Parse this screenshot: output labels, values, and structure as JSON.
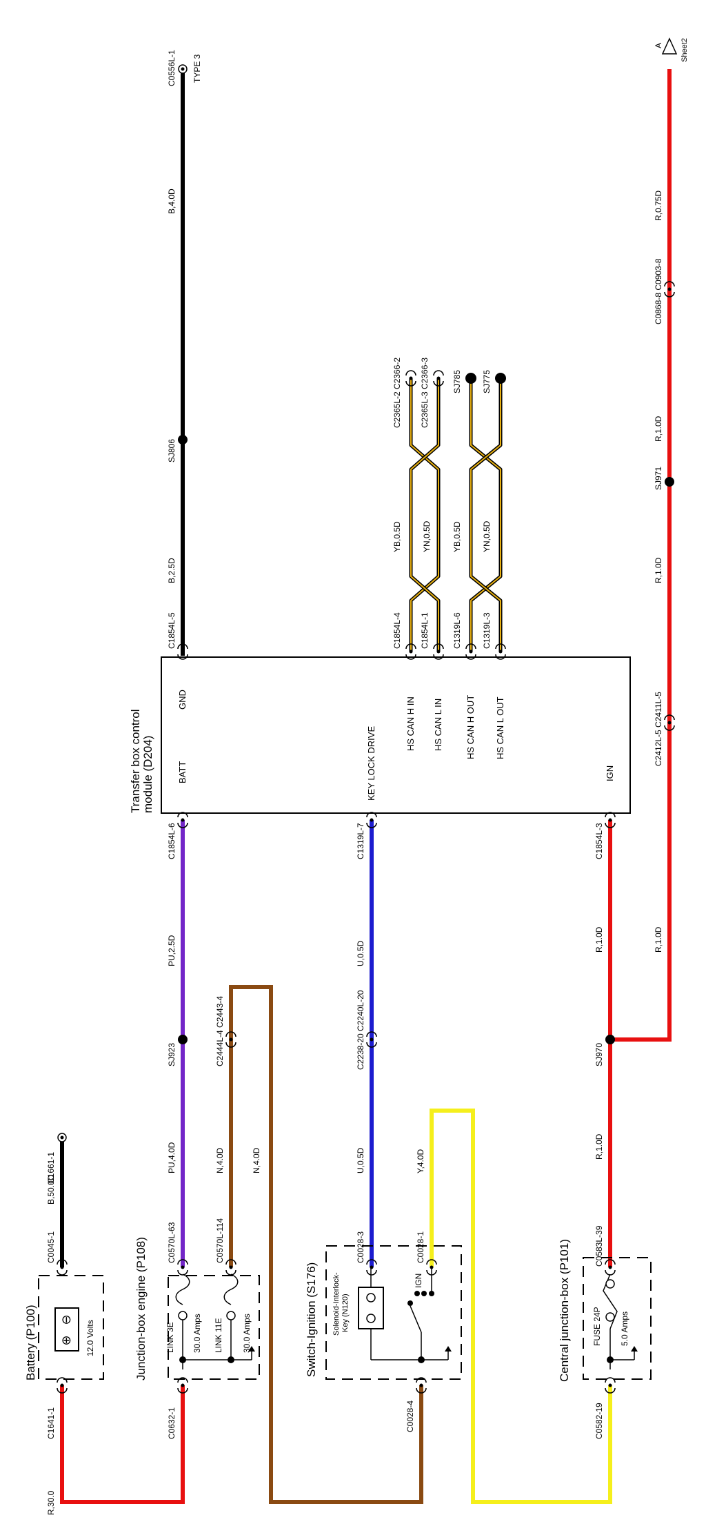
{
  "sheet": {
    "link_letter": "A",
    "link_sheet": "Sheet2"
  },
  "components": {
    "battery": {
      "title": "Battery (P100)",
      "voltage": "12.0 Volts",
      "pos": "⊕",
      "neg": "⊖"
    },
    "jbe": {
      "title": "Junction-box engine (P108)",
      "link1": "LINK 3E",
      "amps1": "30.0 Amps",
      "link2": "LINK 11E",
      "amps2": "30.0 Amps"
    },
    "ignition": {
      "title": "Switch-Ignition (S176)",
      "sol1": "Solenoid-Interlock-",
      "sol2": "Key (N120)",
      "ign": "IGN"
    },
    "cjb": {
      "title": "Central junction-box (P101)",
      "fuse": "FUSE 24P",
      "amps": "5.0 Amps"
    },
    "module": {
      "title1": "Transfer box control",
      "title2": "module (D204)",
      "pins": {
        "batt": "BATT",
        "gnd": "GND",
        "key": "KEY LOCK DRIVE",
        "canhin": "HS CAN H IN",
        "canlin": "HS CAN L IN",
        "canhout": "HS CAN H OUT",
        "canlout": "HS CAN L OUT",
        "ign": "IGN"
      }
    }
  },
  "connectors": {
    "c1641": "C1641-1",
    "c0045": "C0045-1",
    "c1661": "C1661-1",
    "c0632": "C0632-1",
    "c0570_63": "C0570L-63",
    "c0570_114": "C0570L-114",
    "c2444": "C2444L-4 C2443-4",
    "sj923": "SJ923",
    "c1854_6": "C1854L-6",
    "c1854_5": "C1854L-5",
    "sj806": "SJ806",
    "c0556": "C0556L-1",
    "type3": "TYPE 3",
    "c0028_4": "C0028-4",
    "c0028_3": "C0028-3",
    "c0028_1": "C0028-1",
    "c2238": "C2238-20 C2240L-20",
    "c1319_7": "C1319L-7",
    "c1854_4": "C1854L-4",
    "c1854_1": "C1854L-1",
    "c1319_6": "C1319L-6",
    "c1319_3": "C1319L-3",
    "c2365_2": "C2365L-2 C2366-2",
    "c2365_3": "C2365L-3 C2366-3",
    "sj785": "SJ785",
    "sj775": "SJ775",
    "c0582": "C0582-19",
    "c0583": "C0583L-39",
    "sj970": "SJ970",
    "c1854_3": "C1854L-3",
    "c2412": "C2412L-5 C2411L-5",
    "sj971": "SJ971",
    "c0868": "C0868-8 C0903-8"
  },
  "wires": {
    "r30": "R,30.0",
    "b50": "B,50.0D",
    "pu40": "PU,4.0D",
    "n40a": "N,4.0D",
    "n40b": "N,4.0D",
    "pu25": "PU,2.5D",
    "b25": "B,2.5D",
    "b40": "B,4.0D",
    "u05a": "U,0.5D",
    "y40": "Y,4.0D",
    "u05b": "U,0.5D",
    "yb05a": "YB,0.5D",
    "yn05a": "YN,0.5D",
    "yb05b": "YB,0.5D",
    "yn05b": "YN,0.5D",
    "r10a": "R,1.0D",
    "r10b": "R,1.0D",
    "r10c": "R,1.0D",
    "r10d": "R,1.0D",
    "r075": "R,0.75D"
  },
  "colors": {
    "red": "#e81010",
    "black": "#000000",
    "brown": "#8a4a12",
    "yellow": "#f5ef1c",
    "purple": "#7326c8",
    "blue": "#1c1ccf",
    "can_yellow": "#e8b010"
  }
}
